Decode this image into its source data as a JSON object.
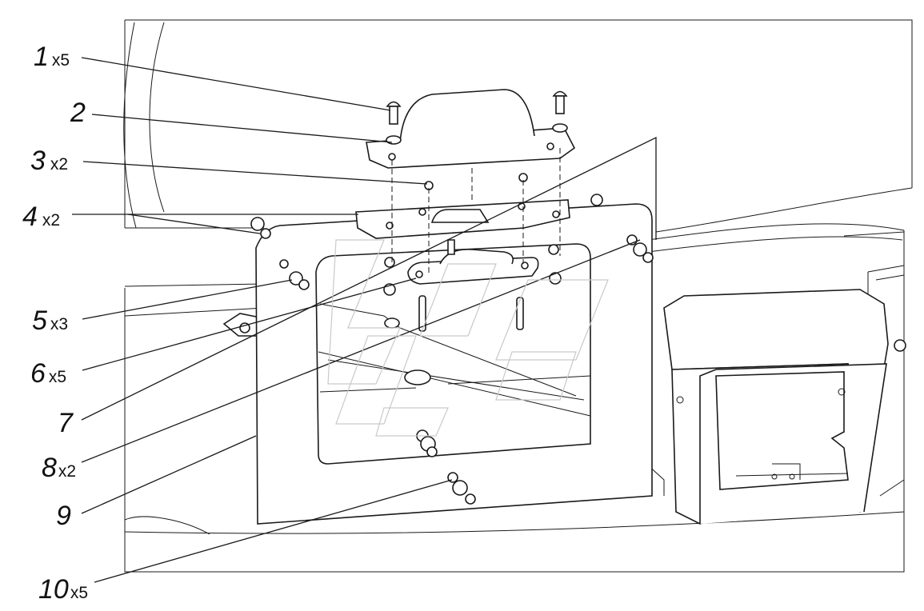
{
  "callouts": [
    {
      "number": "1",
      "qty": "x5"
    },
    {
      "number": "2",
      "qty": ""
    },
    {
      "number": "3",
      "qty": "x2"
    },
    {
      "number": "4",
      "qty": "x2"
    },
    {
      "number": "5",
      "qty": "x3"
    },
    {
      "number": "6",
      "qty": "x5"
    },
    {
      "number": "7",
      "qty": ""
    },
    {
      "number": "8",
      "qty": "x2"
    },
    {
      "number": "9",
      "qty": ""
    },
    {
      "number": "10",
      "qty": "x5"
    }
  ]
}
